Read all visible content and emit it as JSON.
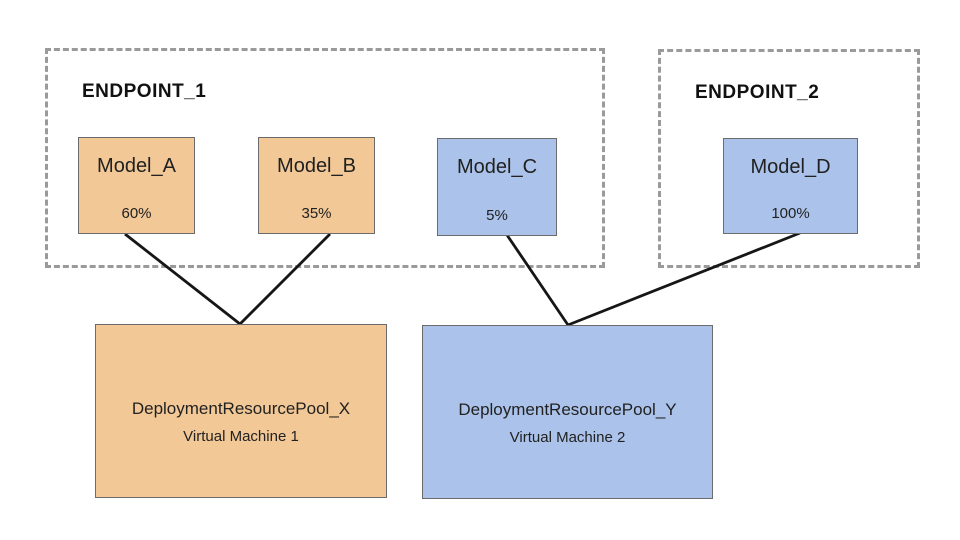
{
  "diagram": {
    "endpoints": [
      {
        "label": "ENDPOINT_1",
        "models": [
          {
            "name": "Model_A",
            "traffic": "60%"
          },
          {
            "name": "Model_B",
            "traffic": "35%"
          },
          {
            "name": "Model_C",
            "traffic": "5%"
          }
        ]
      },
      {
        "label": "ENDPOINT_2",
        "models": [
          {
            "name": "Model_D",
            "traffic": "100%"
          }
        ]
      }
    ],
    "pools": [
      {
        "name": "DeploymentResourcePool_X",
        "machine": "Virtual Machine 1"
      },
      {
        "name": "DeploymentResourcePool_Y",
        "machine": "Virtual Machine 2"
      }
    ],
    "connections": [
      {
        "from": "Model_A",
        "to": "DeploymentResourcePool_X"
      },
      {
        "from": "Model_B",
        "to": "DeploymentResourcePool_X"
      },
      {
        "from": "Model_C",
        "to": "DeploymentResourcePool_Y"
      },
      {
        "from": "Model_D",
        "to": "DeploymentResourcePool_Y"
      }
    ],
    "colors": {
      "pool_x_fill": "#f2c896",
      "pool_y_fill": "#abc3ea",
      "dashed_border": "#9a9a9a",
      "box_border": "#6b6b6b",
      "connector": "#161616",
      "text": "#212121"
    }
  }
}
